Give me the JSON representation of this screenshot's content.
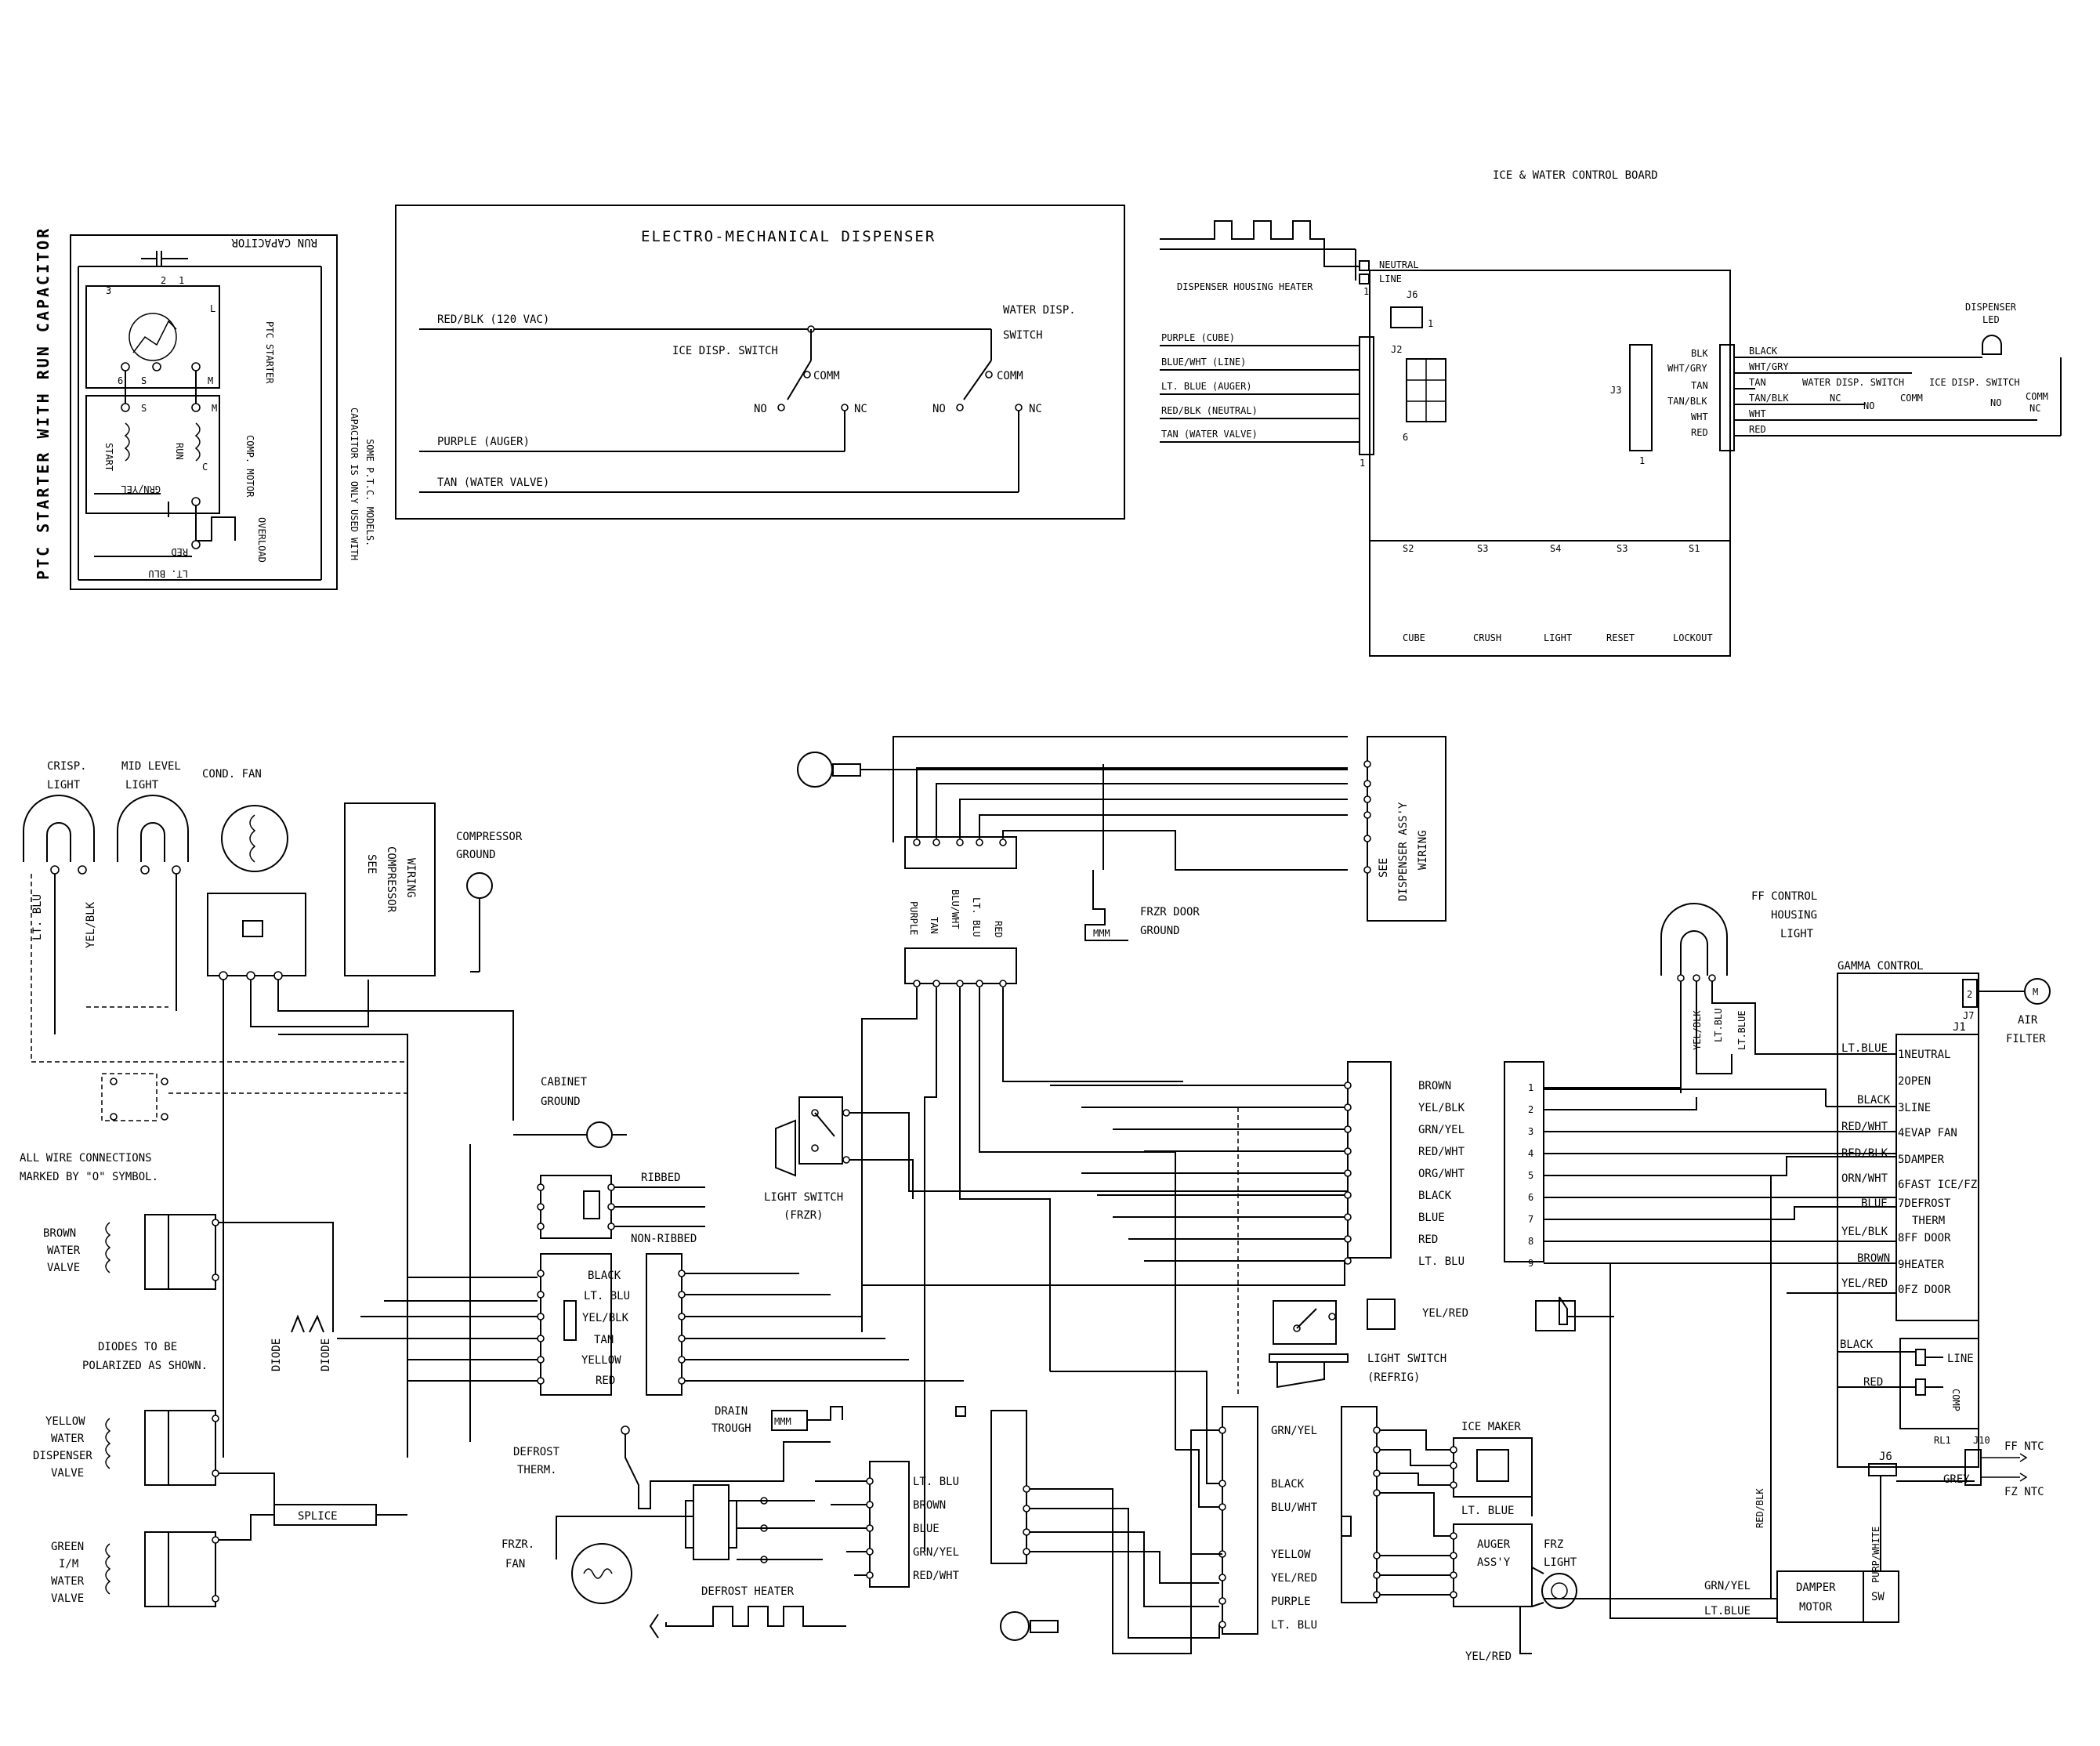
{
  "ptc_starter": {
    "side_title": "PTC STARTER WITH RUN CAPACITOR",
    "run_capacitor": "RUN CAPACITOR",
    "ptc_starter": "PTC STARTER",
    "comp_motor": "COMP. MOTOR",
    "start": "START",
    "run": "RUN",
    "overload": "OVERLOAD",
    "grn_yel": "GRN/YEL",
    "red": "RED",
    "lt_blu": "LT. BLU",
    "note_line1": "CAPACITOR IS ONLY USED WITH",
    "note_line2": "SOME P.T.C. MODELS.",
    "pin_3": "3",
    "pin_2": "2",
    "pin_1": "1",
    "pin_L": "L",
    "pin_6": "6",
    "pin_S": "S",
    "pin_M": "M",
    "pin_C": "C",
    "pin_S2": "S",
    "pin_M2": "M"
  },
  "dispenser": {
    "title": "ELECTRO-MECHANICAL DISPENSER",
    "red_blk": "RED/BLK (120 VAC)",
    "ice_switch": "ICE DISP. SWITCH",
    "water_switch_1": "WATER DISP.",
    "water_switch_2": "SWITCH",
    "comm": "COMM",
    "no": "NO",
    "nc": "NC",
    "purple": "PURPLE (AUGER)",
    "tan": "TAN (WATER VALVE)"
  },
  "board": {
    "title": "ICE & WATER CONTROL BOARD",
    "neutral": "NEUTRAL",
    "line": "LINE",
    "heater": "DISPENSER HOUSING HEATER",
    "j6": "J6",
    "j2": "J2",
    "j3": "J3",
    "one": "1",
    "six": "6",
    "left_wires": [
      "PURPLE (CUBE)",
      "BLUE/WHT (LINE)",
      "LT. BLUE (AUGER)",
      "RED/BLK (NEUTRAL)",
      "TAN (WATER VALVE)"
    ],
    "right_pins": [
      "BLK",
      "WHT/GRY",
      "TAN",
      "TAN/BLK",
      "WHT",
      "RED"
    ],
    "right_wires": [
      "BLACK",
      "WHT/GRY",
      "TAN",
      "TAN/BLK",
      "WHT",
      "RED"
    ],
    "water_switch": "WATER DISP. SWITCH",
    "ice_switch": "ICE DISP. SWITCH",
    "dispenser_led_1": "DISPENSER",
    "dispenser_led_2": "LED",
    "nc": "NC",
    "no": "NO",
    "comm": "COMM",
    "switches": [
      {
        "id": "S2",
        "name": "CUBE"
      },
      {
        "id": "S3",
        "name": "CRUSH"
      },
      {
        "id": "S4",
        "name": "LIGHT"
      },
      {
        "id": "S3",
        "name": "RESET"
      },
      {
        "id": "S1",
        "name": "LOCKOUT"
      }
    ]
  },
  "main": {
    "crisp_light_1": "CRISP.",
    "crisp_light_2": "LIGHT",
    "mid_light_1": "MID LEVEL",
    "mid_light_2": "LIGHT",
    "cond_fan": "COND. FAN",
    "see_comp_1": "SEE",
    "see_comp_2": "COMPRESSOR",
    "see_comp_3": "WIRING",
    "comp_ground_1": "COMPRESSOR",
    "comp_ground_2": "GROUND",
    "lt_blu": "LT. BLU",
    "yel_blk": "YEL/BLK",
    "cabinet_ground_1": "CABINET",
    "cabinet_ground_2": "GROUND",
    "ribbed": "RIBBED",
    "non_ribbed": "NON-RIBBED",
    "all_wire_1": "ALL WIRE CONNECTIONS",
    "all_wire_2": "MARKED BY \"O\" SYMBOL.",
    "brown_valve": [
      "BROWN",
      "WATER",
      "VALVE"
    ],
    "diodes_1": "DIODES TO BE",
    "diodes_2": "POLARIZED AS SHOWN.",
    "diode": "DIODE",
    "yellow_valve": [
      "YELLOW",
      "WATER",
      "DISPENSER",
      "VALVE"
    ],
    "green_valve": [
      "GREEN",
      "I/M",
      "WATER",
      "VALVE"
    ],
    "splice": "SPLICE",
    "conn_left_labels": [
      "BLACK",
      "LT. BLU",
      "YEL/BLK",
      "TAN",
      "YELLOW",
      "RED"
    ],
    "dispenser_assy_1": "SEE",
    "dispenser_assy_2": "DISPENSER ASS'Y",
    "dispenser_assy_3": "WIRING",
    "frzr_door_ground_1": "FRZR DOOR",
    "frzr_door_ground_2": "GROUND",
    "disp_conn_labels": [
      "PURPLE",
      "TAN",
      "BLU/WHT",
      "LT. BLU",
      "RED"
    ],
    "light_switch_frzr_1": "LIGHT SWITCH",
    "light_switch_frzr_2": "(FRZR)",
    "mid_right_labels": [
      "BROWN",
      "YEL/BLK",
      "GRN/YEL",
      "RED/WHT",
      "ORG/WHT",
      "BLACK",
      "BLUE",
      "RED",
      "LT. BLU"
    ],
    "yel_red": "YEL/RED",
    "light_switch_refrig_1": "LIGHT SWITCH",
    "light_switch_refrig_2": "(REFRIG)",
    "drain_trough_1": "DRAIN",
    "drain_trough_2": "TROUGH",
    "defrost_therm_1": "DEFROST",
    "defrost_therm_2": "THERM.",
    "frzr_fan_1": "FRZR.",
    "frzr_fan_2": "FAN",
    "defrost_heater": "DEFROST HEATER",
    "fan_conn_labels": [
      "LT. BLU",
      "BROWN",
      "BLUE",
      "GRN/YEL",
      "RED/WHT"
    ],
    "bottom_mid_labels": [
      "GRN/YEL",
      "BLACK",
      "BLU/WHT",
      "YELLOW",
      "YEL/RED",
      "PURPLE",
      "LT. BLU"
    ],
    "ice_maker": "ICE MAKER",
    "lt_blue": "LT. BLUE",
    "auger_1": "AUGER",
    "auger_2": "ASS'Y",
    "frz_light_1": "FRZ",
    "frz_light_2": "LIGHT",
    "ff_light_1": "FF CONTROL",
    "ff_light_2": "HOUSING",
    "ff_light_3": "LIGHT",
    "yel_blk_v": "YEL/BLK",
    "lt_blu_v1": "LT.BLU",
    "lt_blu_v2": "LT.BLUE",
    "gamma_control": "GAMMA CONTROL",
    "j1": "J1",
    "j7": "J7",
    "j7_pin": "2",
    "air_filter_1": "AIR",
    "air_filter_2": "FILTER",
    "motor_m": "M",
    "j1_wires": [
      "LT.BLUE",
      "",
      "BLACK",
      "RED/WHT",
      "RED/BLK",
      "ORN/WHT",
      "BLUE",
      "YEL/BLK",
      "BROWN",
      "YEL/RED"
    ],
    "j1_pins": [
      "1NEUTRAL",
      "2OPEN",
      "3LINE",
      "4EVAP FAN",
      "5DAMPER",
      "6FAST ICE/FZ",
      "7DEFROST",
      "THERM",
      "8FF DOOR",
      "9HEATER",
      "0FZ DOOR"
    ],
    "j1_left_pins": [
      "1",
      "2",
      "3",
      "4",
      "5",
      "6",
      "7",
      "8",
      "9"
    ],
    "rl1": "RL1",
    "line": "LINE",
    "comp": "COMP",
    "black": "BLACK",
    "red": "RED",
    "j6": "J6",
    "j10": "J10",
    "ff_ntc": "FF NTC",
    "fz_ntc": "FZ NTC",
    "grey": "GREY",
    "red_blk_v": "RED/BLK",
    "purp_white": "PURP/WHITE",
    "grn_yel": "GRN/YEL",
    "lt_blue2": "LT.BLUE",
    "damper_1": "DAMPER",
    "damper_2": "MOTOR",
    "sw": "SW"
  }
}
